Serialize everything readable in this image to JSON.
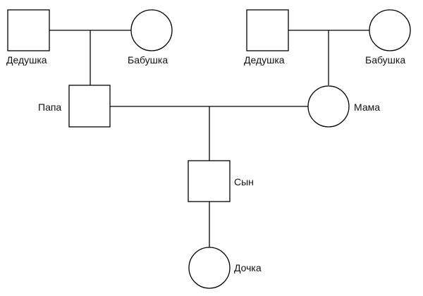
{
  "diagram": {
    "people": {
      "grandfather_paternal": {
        "label": "Дедушка",
        "sex": "male"
      },
      "grandmother_paternal": {
        "label": "Бабушка",
        "sex": "female"
      },
      "grandfather_maternal": {
        "label": "Дедушка",
        "sex": "male"
      },
      "grandmother_maternal": {
        "label": "Бабушка",
        "sex": "female"
      },
      "father": {
        "label": "Папа",
        "sex": "male"
      },
      "mother": {
        "label": "Мама",
        "sex": "female"
      },
      "son": {
        "label": "Сын",
        "sex": "male"
      },
      "daughter": {
        "label": "Дочка",
        "sex": "female"
      }
    },
    "relations": [
      {
        "type": "couple",
        "partners": [
          "grandfather_paternal",
          "grandmother_paternal"
        ],
        "child": "father"
      },
      {
        "type": "couple",
        "partners": [
          "grandfather_maternal",
          "grandmother_maternal"
        ],
        "child": "mother"
      },
      {
        "type": "couple",
        "partners": [
          "father",
          "mother"
        ],
        "child": "son"
      },
      {
        "type": "parent",
        "parent": "son",
        "child": "daughter"
      }
    ]
  }
}
